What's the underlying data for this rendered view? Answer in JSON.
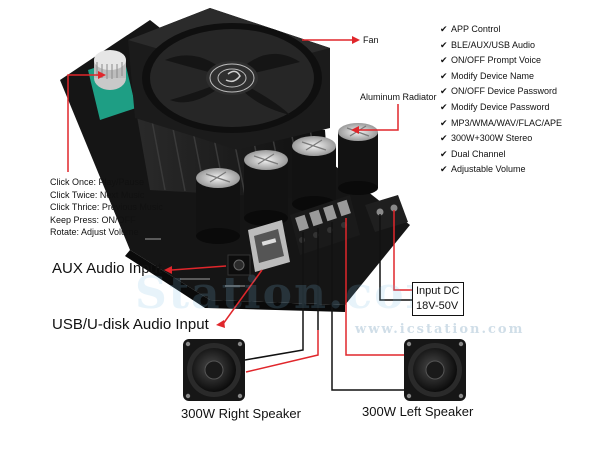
{
  "callouts": {
    "fan": "Fan",
    "radiator": "Aluminum Radiator",
    "aux_input": "AUX Audio Input",
    "usb_input": "USB/U-disk Audio Input",
    "right_speaker": "300W Right Speaker",
    "left_speaker": "300W Left Speaker",
    "dc_line1": "Input DC",
    "dc_line2": "18V-50V"
  },
  "knob_functions": [
    "Click Once: Play/Pause",
    "Click Twice: Next Music",
    "Click Thrice: Previous Music",
    "Keep Press: ON/OFF",
    "Rotate: Adjust Volume"
  ],
  "features": [
    "APP Control",
    "BLE/AUX/USB Audio",
    "ON/OFF Prompt Voice",
    "Modify Device Name",
    "ON/OFF Device Password",
    "Modify Device Password",
    "MP3/WMA/WAV/FLAC/APE",
    "300W+300W Stereo",
    "Dual Channel",
    "Adjustable Volume"
  ],
  "check_glyph": "✔",
  "watermark": {
    "brand": "Station.com",
    "url": "www.icstation.com"
  },
  "colors": {
    "callout_red": "#e0262b",
    "wire_black": "#111111",
    "board_black": "#161616"
  }
}
